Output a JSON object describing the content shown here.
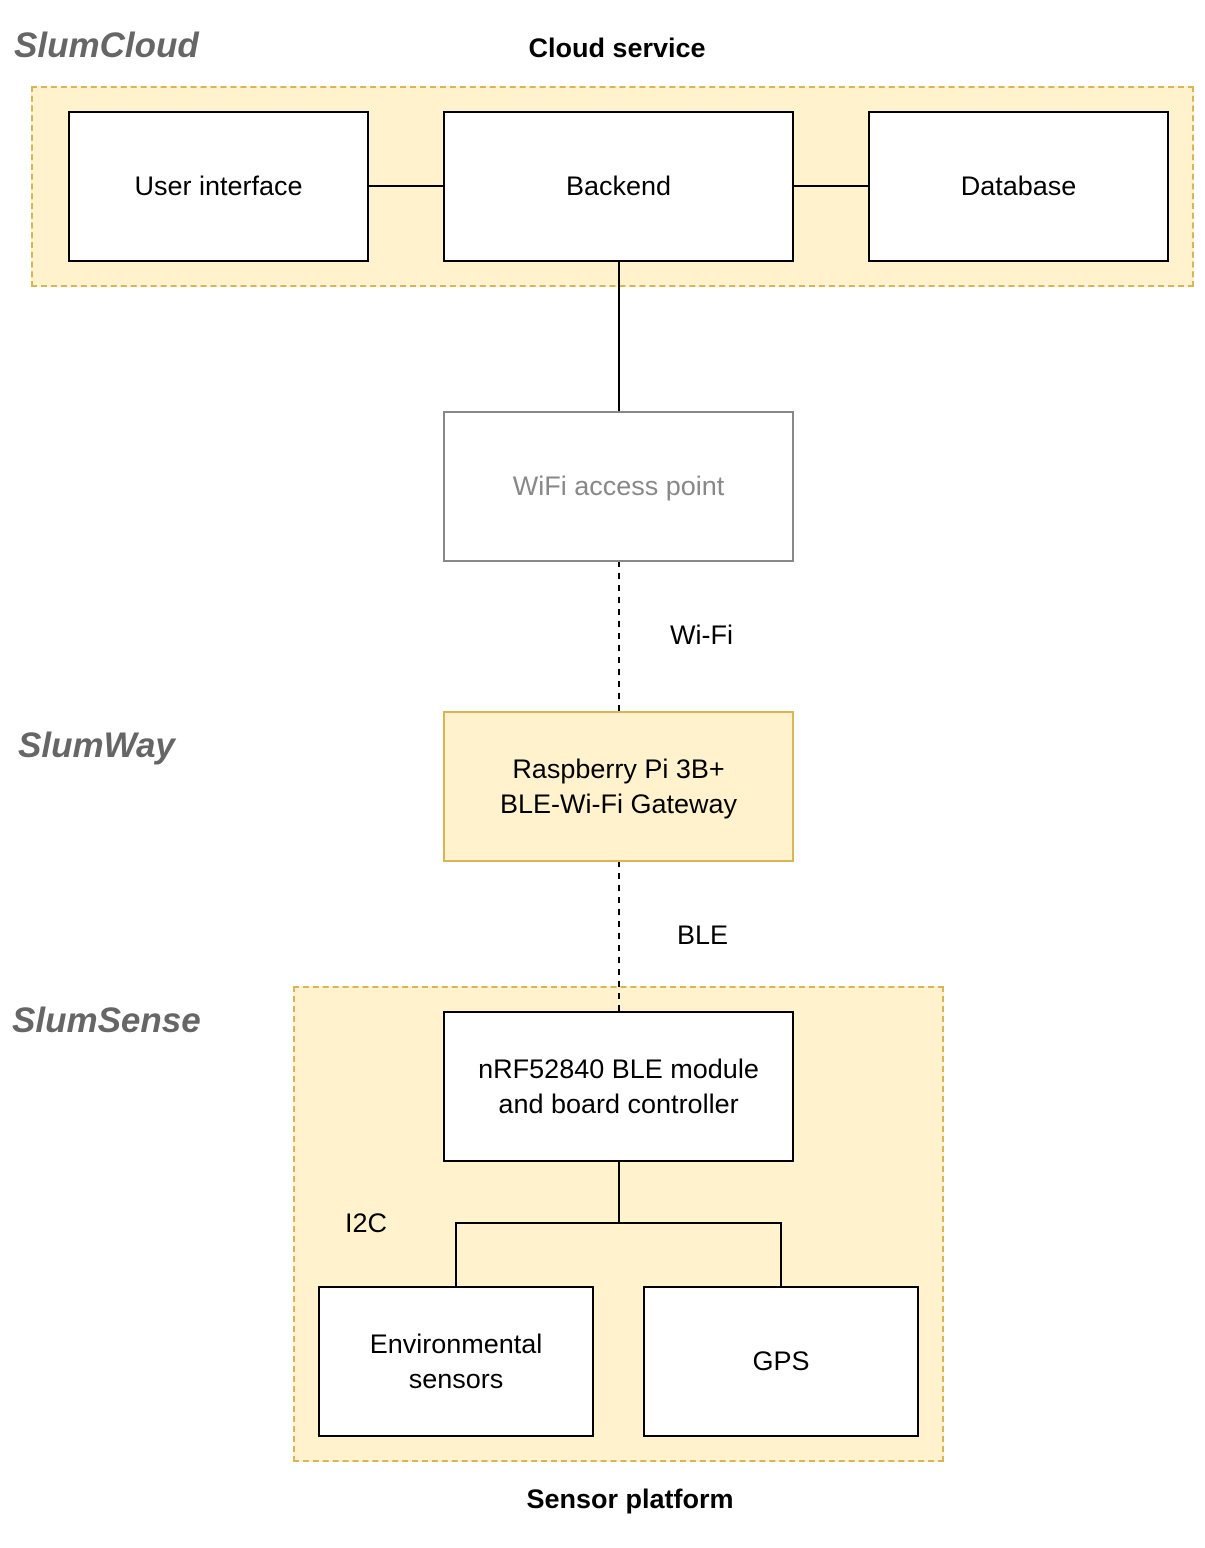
{
  "groups": {
    "slumcloud": "SlumCloud",
    "slumway": "SlumWay",
    "slumsense": "SlumSense"
  },
  "sections": {
    "cloud_service": "Cloud service",
    "sensor_platform": "Sensor platform"
  },
  "nodes": {
    "user_interface": "User interface",
    "backend": "Backend",
    "database": "Database",
    "wifi_access_point": "WiFi access point",
    "gateway": "Raspberry Pi 3B+\nBLE-Wi-Fi Gateway",
    "ble_module": "nRF52840 BLE module\nand board controller",
    "environmental_sensors": "Environmental\nsensors",
    "gps": "GPS"
  },
  "edges": {
    "wifi": "Wi-Fi",
    "ble": "BLE",
    "i2c": "I2C"
  },
  "colors": {
    "region_fill": "#fff2cc",
    "region_border": "#d6b656",
    "group_label": "#666666",
    "muted_node": "#888888"
  }
}
